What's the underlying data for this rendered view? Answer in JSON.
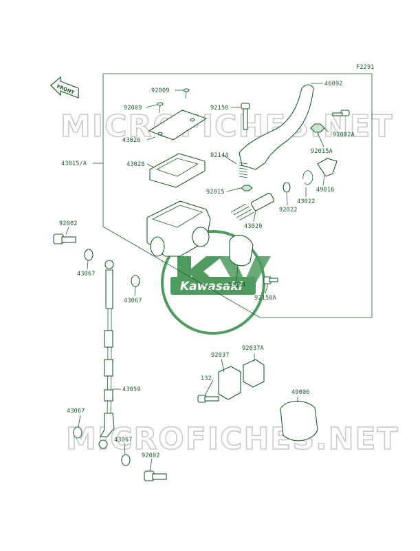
{
  "figure_code": "F2291",
  "front_label": "FRONT",
  "watermarks": [
    "MICROFICHES.NET",
    "MICROFICHES.NET"
  ],
  "logo_text": "Kawasaki",
  "colors": {
    "line": "#1b5a2a",
    "logo": "#4f9a5e",
    "watermark": "#c9c9c9"
  },
  "parts": [
    "92009",
    "92009",
    "92150",
    "46092",
    "43026",
    "92002A",
    "43015/A",
    "43028",
    "92144",
    "92015A",
    "92015",
    "49016",
    "43022",
    "92022",
    "43020",
    "92002",
    "43034",
    "43067",
    "43067",
    "92150A",
    "92037A",
    "92037",
    "132",
    "43059",
    "49006",
    "43067",
    "43067",
    "92002"
  ]
}
